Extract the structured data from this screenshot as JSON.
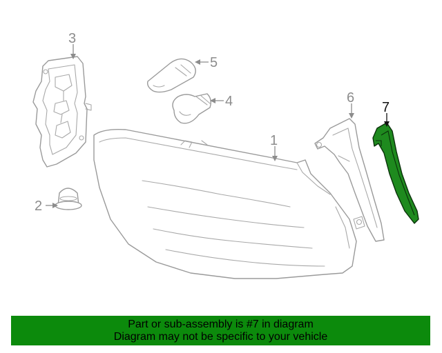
{
  "diagram": {
    "callouts": [
      {
        "number": "1",
        "highlighted": false
      },
      {
        "number": "2",
        "highlighted": false
      },
      {
        "number": "3",
        "highlighted": false
      },
      {
        "number": "4",
        "highlighted": false
      },
      {
        "number": "5",
        "highlighted": false
      },
      {
        "number": "6",
        "highlighted": false
      },
      {
        "number": "7",
        "highlighted": true
      }
    ],
    "highlight_color": "#1e8a1e",
    "line_color": "#9a9a9a"
  },
  "banner": {
    "line1": "Part or sub-assembly is #7 in diagram",
    "line2": "Diagram may not be specific to your vehicle",
    "background_color": "#0c8a0c"
  }
}
